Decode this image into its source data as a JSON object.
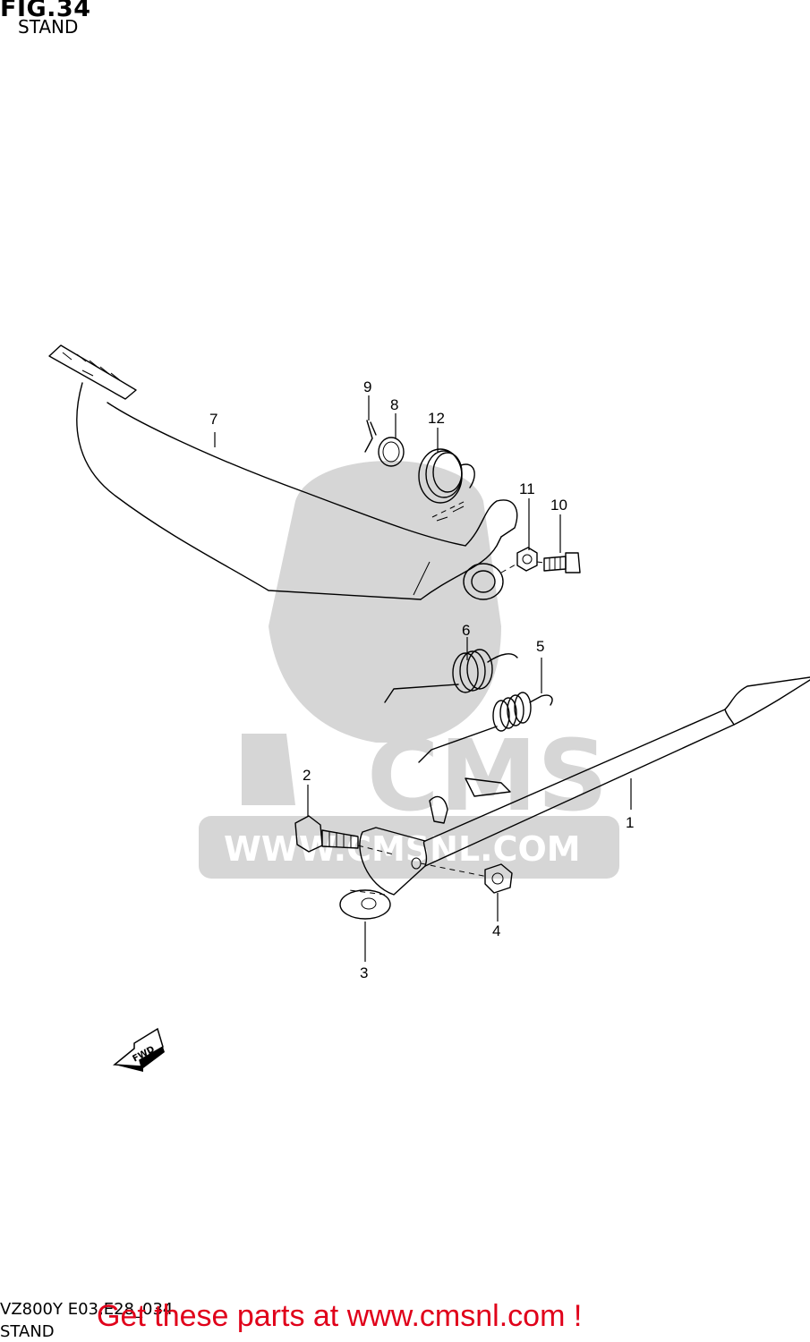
{
  "figure": {
    "title": "FIG.34",
    "subtitle": "STAND"
  },
  "callouts": {
    "c1": "1",
    "c2": "2",
    "c3": "3",
    "c4": "4",
    "c5": "5",
    "c6": "6",
    "c7": "7",
    "c8": "8",
    "c9": "9",
    "c10": "10",
    "c11": "11",
    "c12": "12"
  },
  "direction_arrow": "FWD",
  "watermark": {
    "logo": "CMS",
    "url": "WWW.CMSNL.COM"
  },
  "footer": {
    "model_code": "VZ800Y E03,E28_034",
    "model_subtitle": "STAND",
    "banner": "Get these parts at www.cmsnl.com !"
  },
  "colors": {
    "banner": "#e0001a",
    "watermark": "#d6d6d6"
  }
}
